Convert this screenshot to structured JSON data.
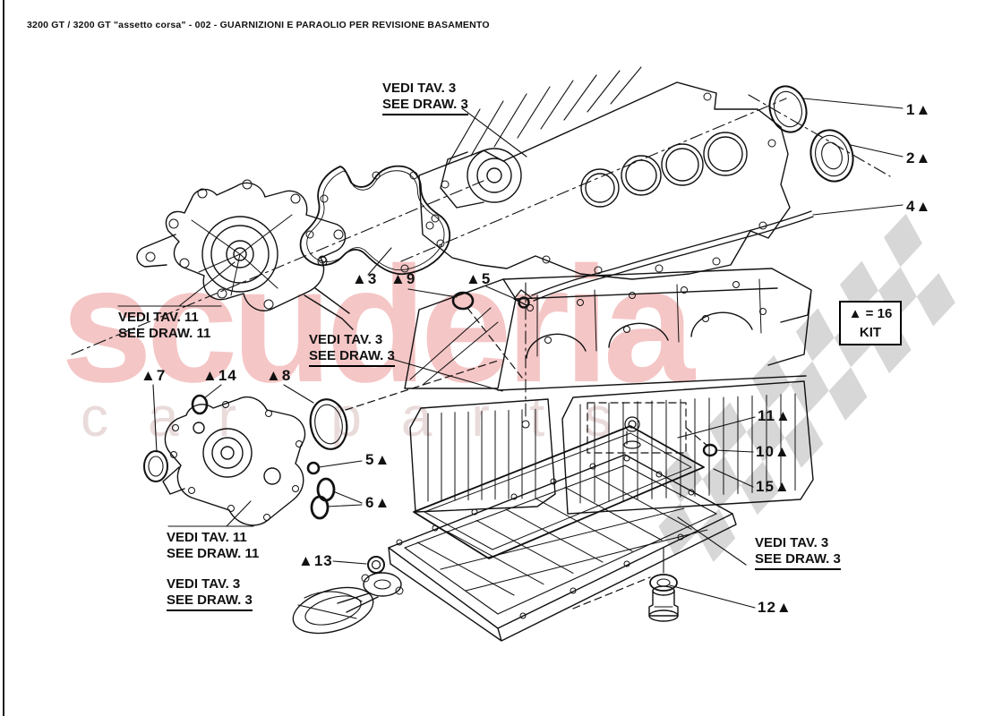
{
  "title": "3200 GT / 3200 GT \"assetto corsa\" - 002 - GUARNIZIONI E PARAOLIO PER REVISIONE BASAMENTO",
  "watermark": {
    "main": "scuderia",
    "sub": "car parts",
    "main_color": "#f5c6c6",
    "sub_color": "#eadbdb",
    "checker_color": "#d7d7d7"
  },
  "kit_box": {
    "line1": "▲ = 16",
    "line2": "KIT"
  },
  "part_labels": {
    "p1": "1▲",
    "p2": "2▲",
    "p4": "4▲",
    "p3": "▲3",
    "p9": "▲9",
    "p5_top": "▲5",
    "p7": "▲7",
    "p14": "▲14",
    "p8": "▲8",
    "p5_side": "5▲",
    "p6": "6▲",
    "p11": "11▲",
    "p10": "10▲",
    "p15": "15▲",
    "p13": "▲13",
    "p12": "12▲"
  },
  "callouts": {
    "head_top": {
      "line1": "VEDI TAV. 3",
      "line2": "SEE DRAW. 3"
    },
    "water_pump_upper": {
      "line1": "VEDI TAV. 11",
      "line2": "SEE DRAW. 11"
    },
    "block_mid": {
      "line1": "VEDI TAV. 3",
      "line2": "SEE DRAW. 3"
    },
    "front_cover_lower": {
      "line1": "VEDI TAV. 11",
      "line2": "SEE DRAW. 11"
    },
    "oil_pickup": {
      "line1": "VEDI TAV. 3",
      "line2": "SEE DRAW. 3"
    },
    "oil_pan_right": {
      "line1": "VEDI TAV. 3",
      "line2": "SEE DRAW. 3"
    }
  }
}
